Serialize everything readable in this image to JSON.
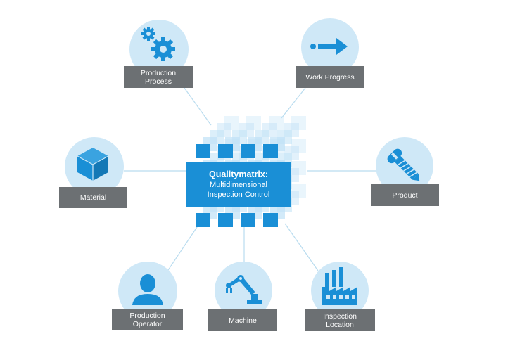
{
  "center": {
    "title": "Qualitymatrix:",
    "subtitle_line1": "Multidimensional",
    "subtitle_line2": "Inspection Control"
  },
  "nodes": {
    "production_process": {
      "label": "Production\nProcess",
      "icon": "gears-icon"
    },
    "work_progress": {
      "label": "Work Progress",
      "icon": "arrow-right-icon"
    },
    "material": {
      "label": "Material",
      "icon": "box-icon"
    },
    "product": {
      "label": "Product",
      "icon": "screw-icon"
    },
    "production_operator": {
      "label": "Production\nOperator",
      "icon": "person-icon"
    },
    "machine": {
      "label": "Machine",
      "icon": "robot-arm-icon"
    },
    "inspection_location": {
      "label": "Inspection\nLocation",
      "icon": "factory-icon"
    }
  },
  "colors": {
    "accent": "#1a8fd6",
    "circle": "#cfe8f7",
    "cube_light": "#bfe1f6",
    "label_bg": "#6c7073",
    "connector": "#b9dcef"
  }
}
